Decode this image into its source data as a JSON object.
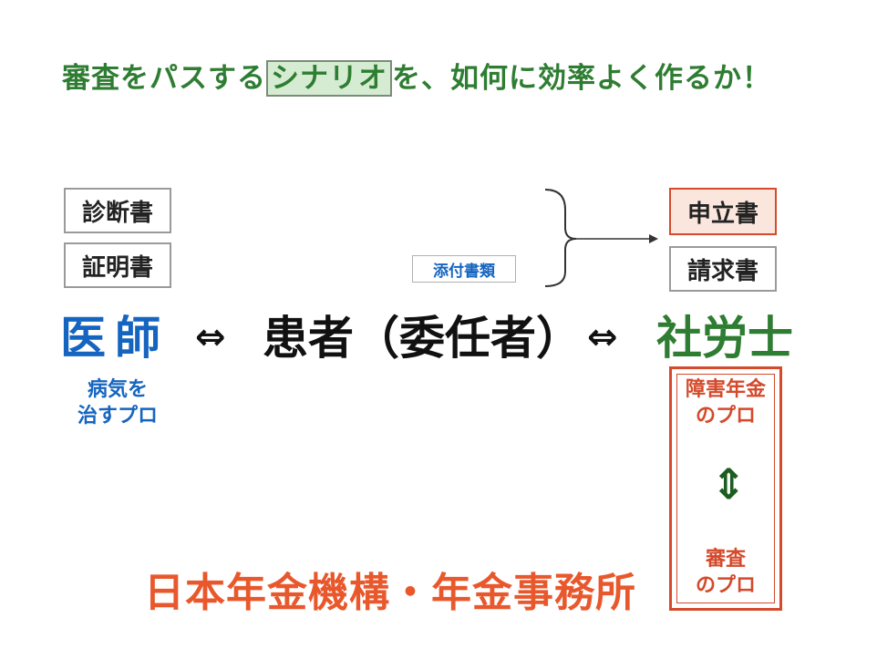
{
  "title": {
    "before": "審査をパスする",
    "highlight": "シナリオ",
    "after": "を、如何に効率よく作るか！"
  },
  "left_docs": [
    "診断書",
    "証明書"
  ],
  "right_docs": [
    "申立書",
    "請求書"
  ],
  "attachment_label": "添付書類",
  "roles": {
    "doctor": "医師",
    "patient": "患者（委任者）",
    "sharoshi": "社労士"
  },
  "arrows": {
    "left": "⇔",
    "right": "⇔",
    "vertical": "⇕"
  },
  "notes": {
    "doctor_line1": "病気を",
    "doctor_line2": "治すプロ",
    "pension_line1": "障害年金",
    "pension_line2": "のプロ",
    "review_line1": "審査",
    "review_line2": "のプロ"
  },
  "organization": "日本年金機構・年金事務所",
  "colors": {
    "green": "#2e7d32",
    "blue": "#1565c0",
    "red": "#d44a2b",
    "orange": "#e8582c"
  }
}
